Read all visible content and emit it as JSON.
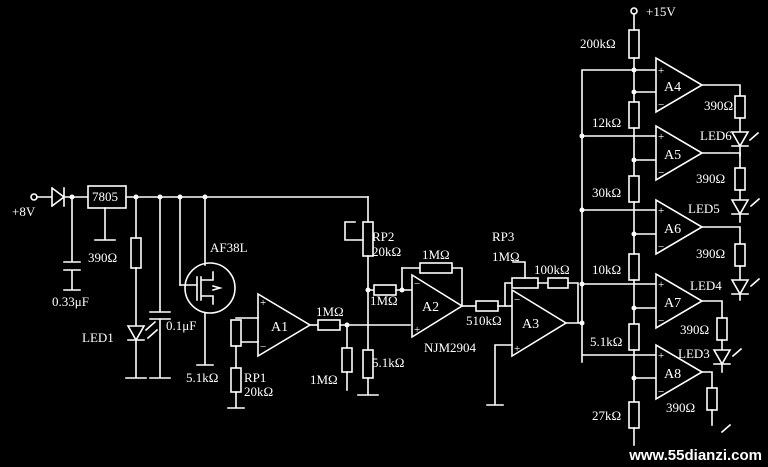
{
  "supply": {
    "v15": "+15V",
    "v8": "+8V"
  },
  "regulator": {
    "label": "7805"
  },
  "sensor": {
    "label": "AF38L"
  },
  "caps": {
    "c1": "0.33μF",
    "c2": "0.1μF"
  },
  "resistors": {
    "r390": "390Ω",
    "r51_a1": "5.1kΩ",
    "rp1_name": "RP1",
    "rp1_value": "20kΩ",
    "r1m_a1": "1MΩ",
    "r1m_gnd": "1MΩ",
    "rp2_name": "RP2",
    "rp2_value": "20kΩ",
    "r1m_a2in": "1MΩ",
    "r1m_a2fb": "1MΩ",
    "r51_a2": "5.1kΩ",
    "rp3_name": "RP3",
    "rp3_value": "1MΩ",
    "r510": "510kΩ",
    "r100": "100kΩ",
    "lad_200": "200kΩ",
    "lad_12": "12kΩ",
    "lad_30": "30kΩ",
    "lad_10": "10kΩ",
    "lad_51": "5.1kΩ",
    "lad_27": "27kΩ",
    "led_r1": "390Ω",
    "led_r2": "390Ω",
    "led_r3": "390Ω",
    "led_r4": "390Ω",
    "led_r5": "390Ω"
  },
  "leds": {
    "led1": "LED1",
    "led3": "LED3",
    "led4": "LED4",
    "led5": "LED5",
    "led6": "LED6"
  },
  "opamps": {
    "a1": "A1",
    "a2": "A2",
    "a3": "A3",
    "a4": "A4",
    "a5": "A5",
    "a6": "A6",
    "a7": "A7",
    "a8": "A8",
    "part": "NJM2904",
    "plus": "+",
    "minus": "−"
  },
  "watermark": "www.55dianzi.com"
}
